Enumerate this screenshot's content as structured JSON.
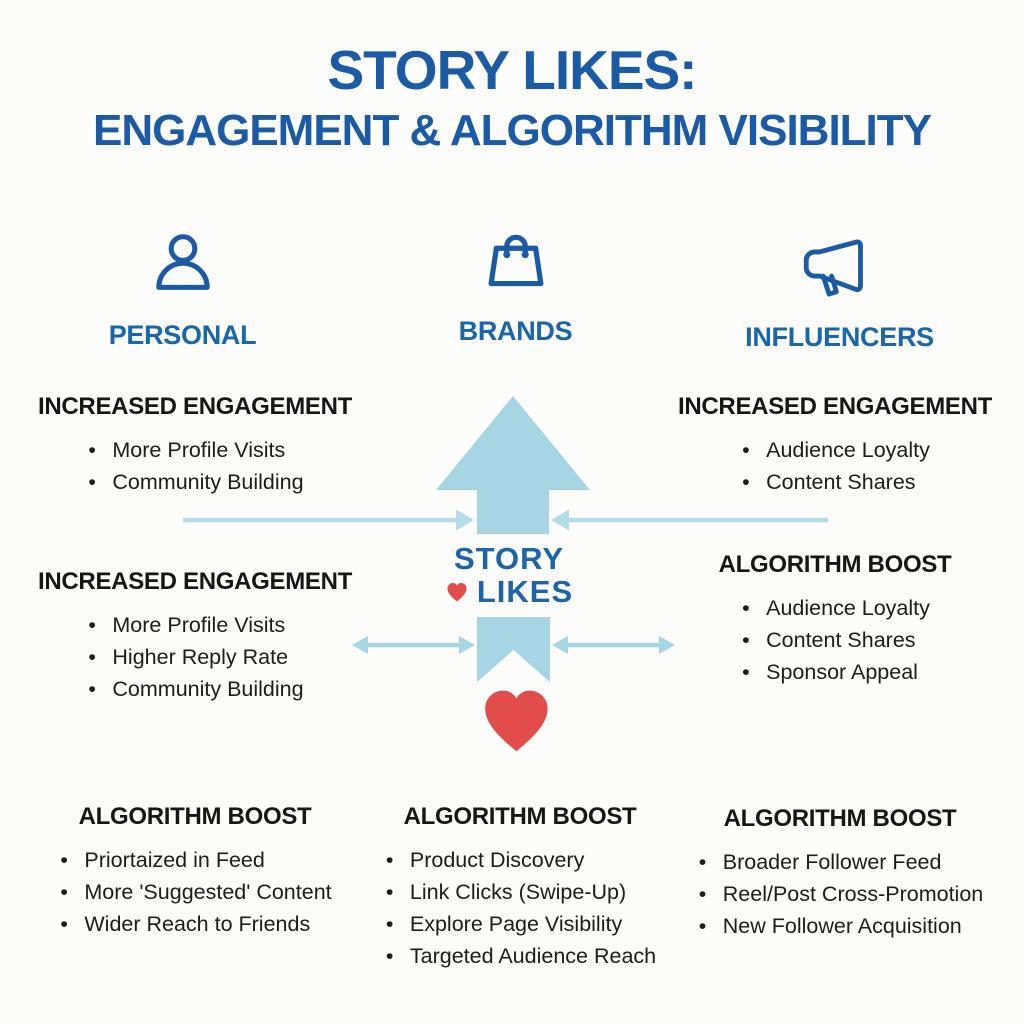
{
  "title": {
    "line1": "STORY LIKES:",
    "line2": "ENGAGEMENT & ALGORITHM VISIBILITY"
  },
  "audiences": [
    {
      "label": "PERSONAL",
      "icon": "person-icon"
    },
    {
      "label": "BRANDS",
      "icon": "shopping-bag-icon"
    },
    {
      "label": "INFLUENCERS",
      "icon": "megaphone-icon"
    }
  ],
  "center": {
    "word1": "STORY",
    "word2": "LIKES",
    "heart_icon": "heart-icon",
    "up_arrow_icon": "up-arrow-icon",
    "ribbon_icon": "bookmark-ribbon-icon"
  },
  "sections": [
    {
      "id": "personal-engagement",
      "heading": "INCREASED ENGAGEMENT",
      "items": [
        "More Profile Visits",
        "Community Building"
      ]
    },
    {
      "id": "influencers-engagement",
      "heading": "INCREASED ENGAGEMENT",
      "items": [
        "Audience Loyalty",
        "Content Shares"
      ]
    },
    {
      "id": "personal-engagement-2",
      "heading": "INCREASED ENGAGEMENT",
      "items": [
        "More Profile Visits",
        "Higher Reply Rate",
        "Community Building"
      ]
    },
    {
      "id": "influencers-boost",
      "heading": "ALGORITHM BOOST",
      "items": [
        "Audience Loyalty",
        "Content Shares",
        "Sponsor Appeal"
      ]
    },
    {
      "id": "personal-boost",
      "heading": "ALGORITHM BOOST",
      "items": [
        "Priortaized in Feed",
        "More 'Suggested' Content",
        "Wider Reach to Friends"
      ]
    },
    {
      "id": "brands-boost",
      "heading": "ALGORITHM BOOST",
      "items": [
        "Product Discovery",
        "Link Clicks (Swipe-Up)",
        "Explore Page Visibility",
        "Targeted Audience Reach"
      ]
    },
    {
      "id": "influencers-boost-2",
      "heading": "ALGORITHM BOOST",
      "items": [
        "Broader Follower Feed",
        "Reel/Post Cross-Promotion",
        "New Follower Acquisition"
      ]
    }
  ],
  "colors": {
    "title_blue": "#1b5aa5",
    "label_blue": "#1a66ac",
    "light_blue": "#a7d5e4",
    "line_blue": "#b5dce9",
    "heart_red": "#e24c4b",
    "text_dark": "#161616",
    "background": "#fcfcfa"
  }
}
